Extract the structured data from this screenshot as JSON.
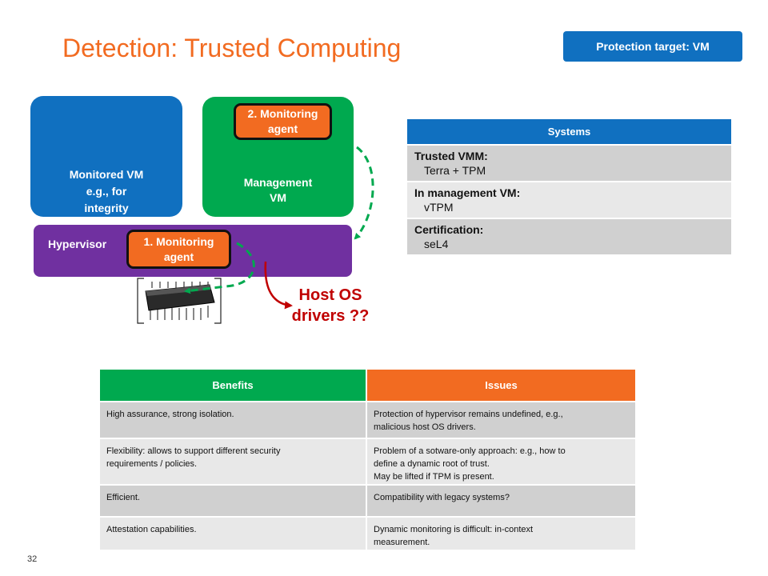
{
  "title": "Detection: Trusted Computing",
  "badge": "Protection target: VM",
  "diagram": {
    "monitored_vm": "Monitored VM\ne.g., for\nintegrity",
    "management_vm": "Management\nVM",
    "hypervisor": "Hypervisor",
    "agent_mgmt": "2. Monitoring\nagent",
    "agent_hyp": "1. Monitoring\nagent",
    "host_os": "Host OS\ndrivers ??"
  },
  "systems": {
    "header": "Systems",
    "rows": [
      {
        "label": "Trusted VMM:",
        "value": "Terra + TPM"
      },
      {
        "label": "In management VM:",
        "value": "vTPM"
      },
      {
        "label": "Certification:",
        "value": "seL4"
      }
    ]
  },
  "table": {
    "headers": [
      "Benefits",
      "Issues"
    ],
    "rows": [
      [
        "High assurance, strong isolation.",
        "Protection of hypervisor remains undefined, e.g.,\nmalicious host OS drivers."
      ],
      [
        "Flexibility: allows to support different security\nrequirements / policies.",
        "Problem of a sotware-only approach: e.g., how to\ndefine a dynamic root of trust.\nMay be lifted if TPM is present."
      ],
      [
        "Efficient.",
        "Compatibility with legacy systems?"
      ],
      [
        "Attestation capabilities.",
        "Dynamic monitoring is difficult: in-context\nmeasurement."
      ]
    ]
  },
  "colors": {
    "title": "#F26B21",
    "blue": "#1070C0",
    "green": "#00A94F",
    "purple": "#7030A0",
    "orange": "#F26B21",
    "red": "#C00000",
    "row_dark": "#D0D0D0",
    "row_light": "#E8E8E8"
  },
  "page_number": "32"
}
